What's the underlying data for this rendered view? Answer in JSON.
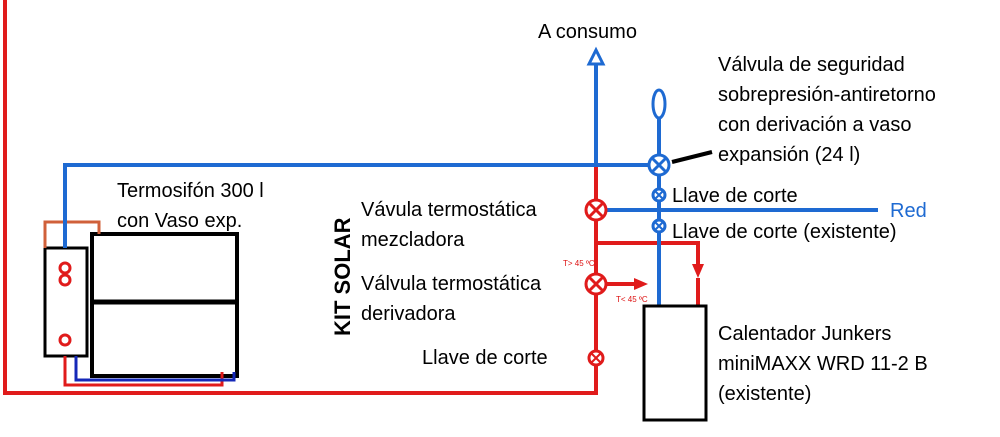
{
  "colors": {
    "hot": "#e01b1b",
    "cold": "#1e6ad2",
    "return": "#1528b8",
    "outline": "#000000",
    "link": "#d0603a"
  },
  "labels": {
    "consumo": "A consumo",
    "valvula_seguridad_1": "Válvula de seguridad",
    "valvula_seguridad_2": "sobrepresión-antiretorno",
    "valvula_seguridad_3": "con derivación a vaso",
    "valvula_seguridad_4": "expansión (24 l)",
    "termosifon_1": "Termosifón 300 l",
    "termosifon_2": "con Vaso exp.",
    "kit_solar": "KIT SOLAR",
    "mezcladora_1": "Vávula termostática",
    "mezcladora_2": "mezcladora",
    "derivadora_1": "Válvula termostática",
    "derivadora_2": "derivadora",
    "llave_corte": "Llave de corte",
    "llave_corte_existente": "Llave de corte (existente)",
    "llave_corte_bottom": "Llave de corte",
    "red": "Red",
    "t_high": "T> 45 ºC",
    "t_low": "T< 45 ºC",
    "calentador_1": "Calentador Junkers",
    "calentador_2": "miniMAXX WRD 11-2 B",
    "calentador_3": "(existente)"
  }
}
